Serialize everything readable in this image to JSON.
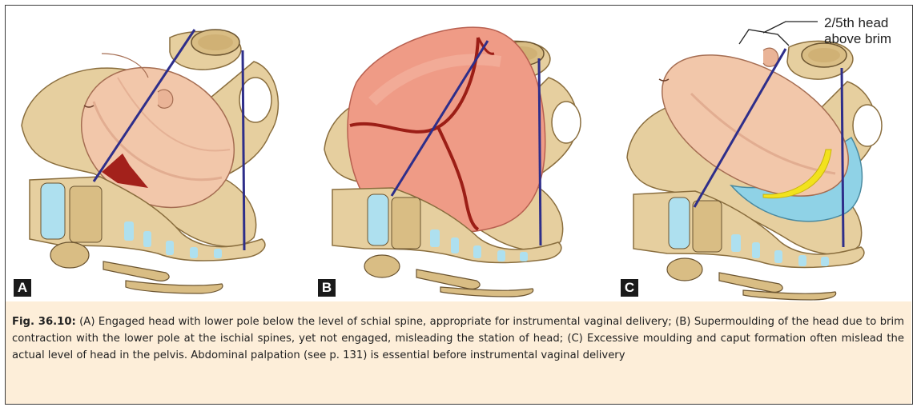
{
  "figure": {
    "panels": [
      {
        "label": "A"
      },
      {
        "label": "B"
      },
      {
        "label": "C",
        "annotation_line1": "2/5th head",
        "annotation_line2": "above brim"
      }
    ],
    "caption": {
      "figure_number": "Fig. 36.10:",
      "text": " (A) Engaged head with lower pole below the level of  schial spine, appropriate for instrumental vaginal delivery; (B) Supermoulding of the head due to brim contraction with the lower pole at the ischial spines, yet not engaged, misleading the station of head; (C) Excessive moulding and caput formation often mislead the actual level of head in the pelvis. Abdominal palpation (see p. 131) is essential before instrumental vaginal delivery"
    }
  },
  "colors": {
    "pelvis": "#e6cf9f",
    "pelvis_outline": "#8a6e3e",
    "head_skin": "#f2c7aa",
    "head_shadow": "#d79b80",
    "supermoulded_head": "#ef9b86",
    "suture": "#9c1e16",
    "fontanelle": "#a3211b",
    "caput": "#8fd2e6",
    "caput_yellow": "#f2e21d",
    "plane_line": "#2e2e8a",
    "disc": "#aee0ef",
    "caption_band": "#fdeed9",
    "label_box": "#1a1a1a"
  },
  "icons": [
    "pelvis-illustration",
    "fetal-head-illustration"
  ]
}
